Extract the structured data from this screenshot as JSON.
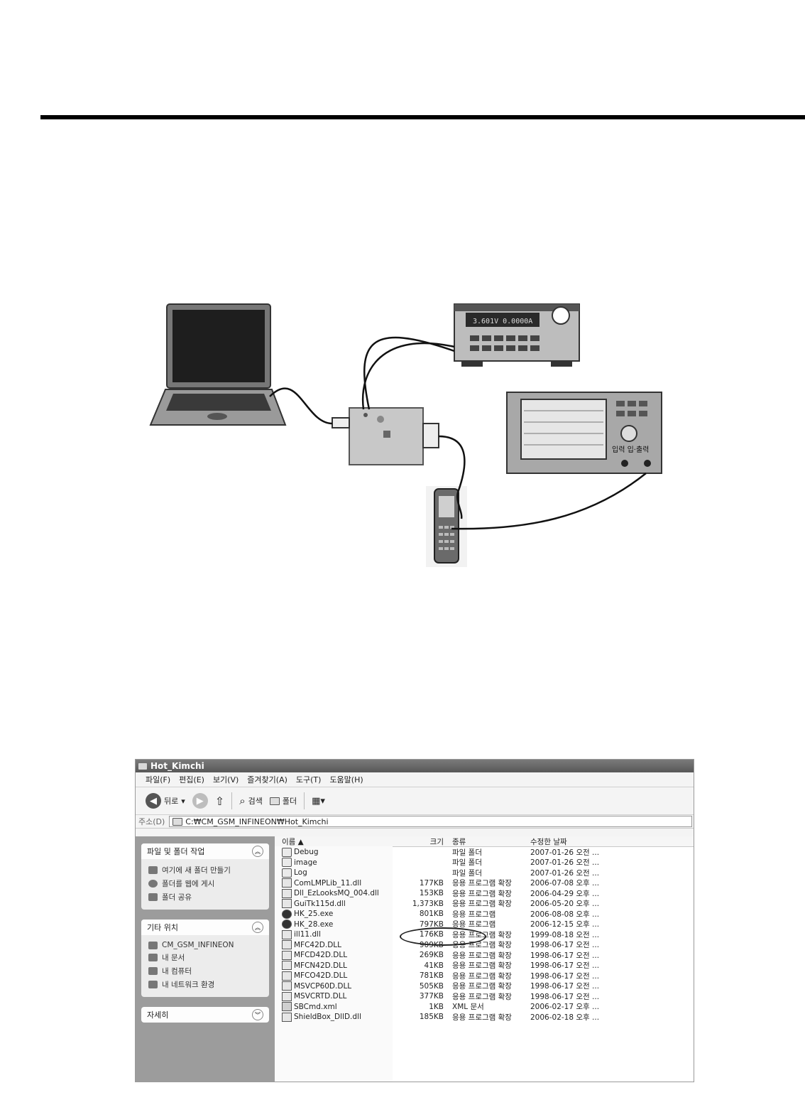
{
  "window": {
    "title": "Hot_Kimchi",
    "menu": [
      "파일(F)",
      "편집(E)",
      "보기(V)",
      "즐겨찾기(A)",
      "도구(T)",
      "도움말(H)"
    ],
    "toolbar": {
      "back": "뒤로",
      "search": "검색",
      "folders": "폴더"
    },
    "address_label": "주소(D)",
    "address": "C:₩CM_GSM_INFINEON₩Hot_Kimchi"
  },
  "sidebar": {
    "panels": [
      {
        "title": "파일 및 폴더 작업",
        "items": [
          "여기에 새 폴더 만들기",
          "폴더를 웹에 게시",
          "폴더 공유"
        ]
      },
      {
        "title": "기타 위치",
        "items": [
          "CM_GSM_INFINEON",
          "내 문서",
          "내 컴퓨터",
          "내 네트워크 환경"
        ]
      },
      {
        "title": "자세히",
        "items": []
      }
    ]
  },
  "columns": {
    "name": "이름 ▲",
    "size": "크기",
    "type": "종류",
    "modified": "수정한 날짜"
  },
  "files": [
    {
      "name": "Debug",
      "size": "",
      "type": "파일 폴더",
      "modified": "2007-01-26 오전 ...",
      "icon": "folder"
    },
    {
      "name": "image",
      "size": "",
      "type": "파일 폴더",
      "modified": "2007-01-26 오전 ...",
      "icon": "folder"
    },
    {
      "name": "Log",
      "size": "",
      "type": "파일 폴더",
      "modified": "2007-01-26 오전 ...",
      "icon": "folder"
    },
    {
      "name": "ComLMPLib_11.dll",
      "size": "177KB",
      "type": "응용 프로그램 확장",
      "modified": "2006-07-08 오후 ...",
      "icon": "dll"
    },
    {
      "name": "Dll_EzLooksMQ_004.dll",
      "size": "153KB",
      "type": "응용 프로그램 확장",
      "modified": "2006-04-29 오후 ...",
      "icon": "dll"
    },
    {
      "name": "GuiTk115d.dll",
      "size": "1,373KB",
      "type": "응용 프로그램 확장",
      "modified": "2006-05-20 오후 ...",
      "icon": "dll"
    },
    {
      "name": "HK_25.exe",
      "size": "801KB",
      "type": "응용 프로그램",
      "modified": "2006-08-08 오후 ...",
      "icon": "exe"
    },
    {
      "name": "HK_28.exe",
      "size": "797KB",
      "type": "응용 프로그램",
      "modified": "2006-12-15 오후 ...",
      "icon": "exe"
    },
    {
      "name": "ill11.dll",
      "size": "176KB",
      "type": "응용 프로그램 확장",
      "modified": "1999-08-18 오전 ...",
      "icon": "dll"
    },
    {
      "name": "MFC42D.DLL",
      "size": "909KB",
      "type": "응용 프로그램 확장",
      "modified": "1998-06-17 오전 ...",
      "icon": "dll"
    },
    {
      "name": "MFCD42D.DLL",
      "size": "269KB",
      "type": "응용 프로그램 확장",
      "modified": "1998-06-17 오전 ...",
      "icon": "dll"
    },
    {
      "name": "MFCN42D.DLL",
      "size": "41KB",
      "type": "응용 프로그램 확장",
      "modified": "1998-06-17 오전 ...",
      "icon": "dll"
    },
    {
      "name": "MFCO42D.DLL",
      "size": "781KB",
      "type": "응용 프로그램 확장",
      "modified": "1998-06-17 오전 ...",
      "icon": "dll"
    },
    {
      "name": "MSVCP60D.DLL",
      "size": "505KB",
      "type": "응용 프로그램 확장",
      "modified": "1998-06-17 오전 ...",
      "icon": "dll"
    },
    {
      "name": "MSVCRTD.DLL",
      "size": "377KB",
      "type": "응용 프로그램 확장",
      "modified": "1998-06-17 오전 ...",
      "icon": "dll"
    },
    {
      "name": "SBCmd.xml",
      "size": "1KB",
      "type": "XML 문서",
      "modified": "2006-02-17 오후 ...",
      "icon": "xml"
    },
    {
      "name": "ShieldBox_DllD.dll",
      "size": "185KB",
      "type": "응용 프로그램 확장",
      "modified": "2006-02-18 오후 ...",
      "icon": "dll"
    }
  ],
  "diagram": {
    "power_supply_display": "3.601V 0.0000A",
    "tester_labels": "입력 입·출력"
  },
  "colors": {
    "rule": "#000000",
    "sidebar": "#9c9c9c",
    "titlebar": "#666666"
  }
}
